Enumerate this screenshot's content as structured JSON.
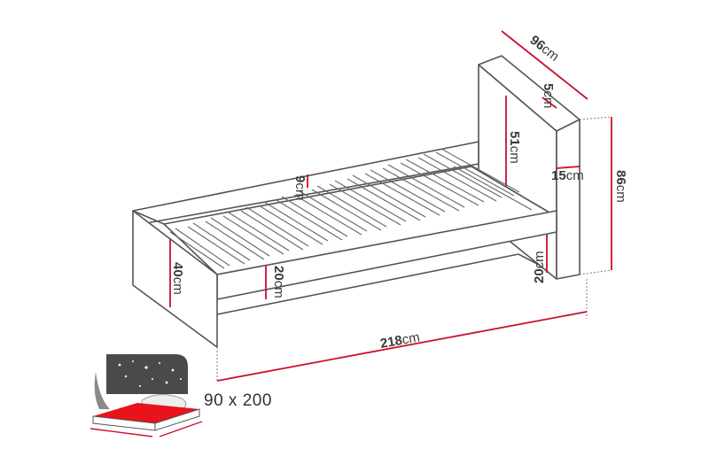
{
  "dimensions": {
    "width_total": {
      "num": "96",
      "unit": "cm"
    },
    "headboard_thickness": {
      "num": "5",
      "unit": "cm"
    },
    "headboard_height_above_frame": {
      "num": "51",
      "unit": "cm"
    },
    "headboard_depth": {
      "num": "15",
      "unit": "cm"
    },
    "total_height": {
      "num": "86",
      "unit": "cm"
    },
    "inner_width": {
      "num": "9",
      "unit": "cm"
    },
    "side_height": {
      "num": "40",
      "unit": "cm"
    },
    "slat_drop": {
      "num": "20",
      "unit": "cm"
    },
    "leg_height": {
      "num": "20",
      "unit": "cm"
    },
    "total_length": {
      "num": "218",
      "unit": "cm"
    }
  },
  "mattress_size": "90 x 200",
  "colors": {
    "dimension_line": "#c8102e",
    "outline": "#555555",
    "mattress": "#e8131b"
  }
}
